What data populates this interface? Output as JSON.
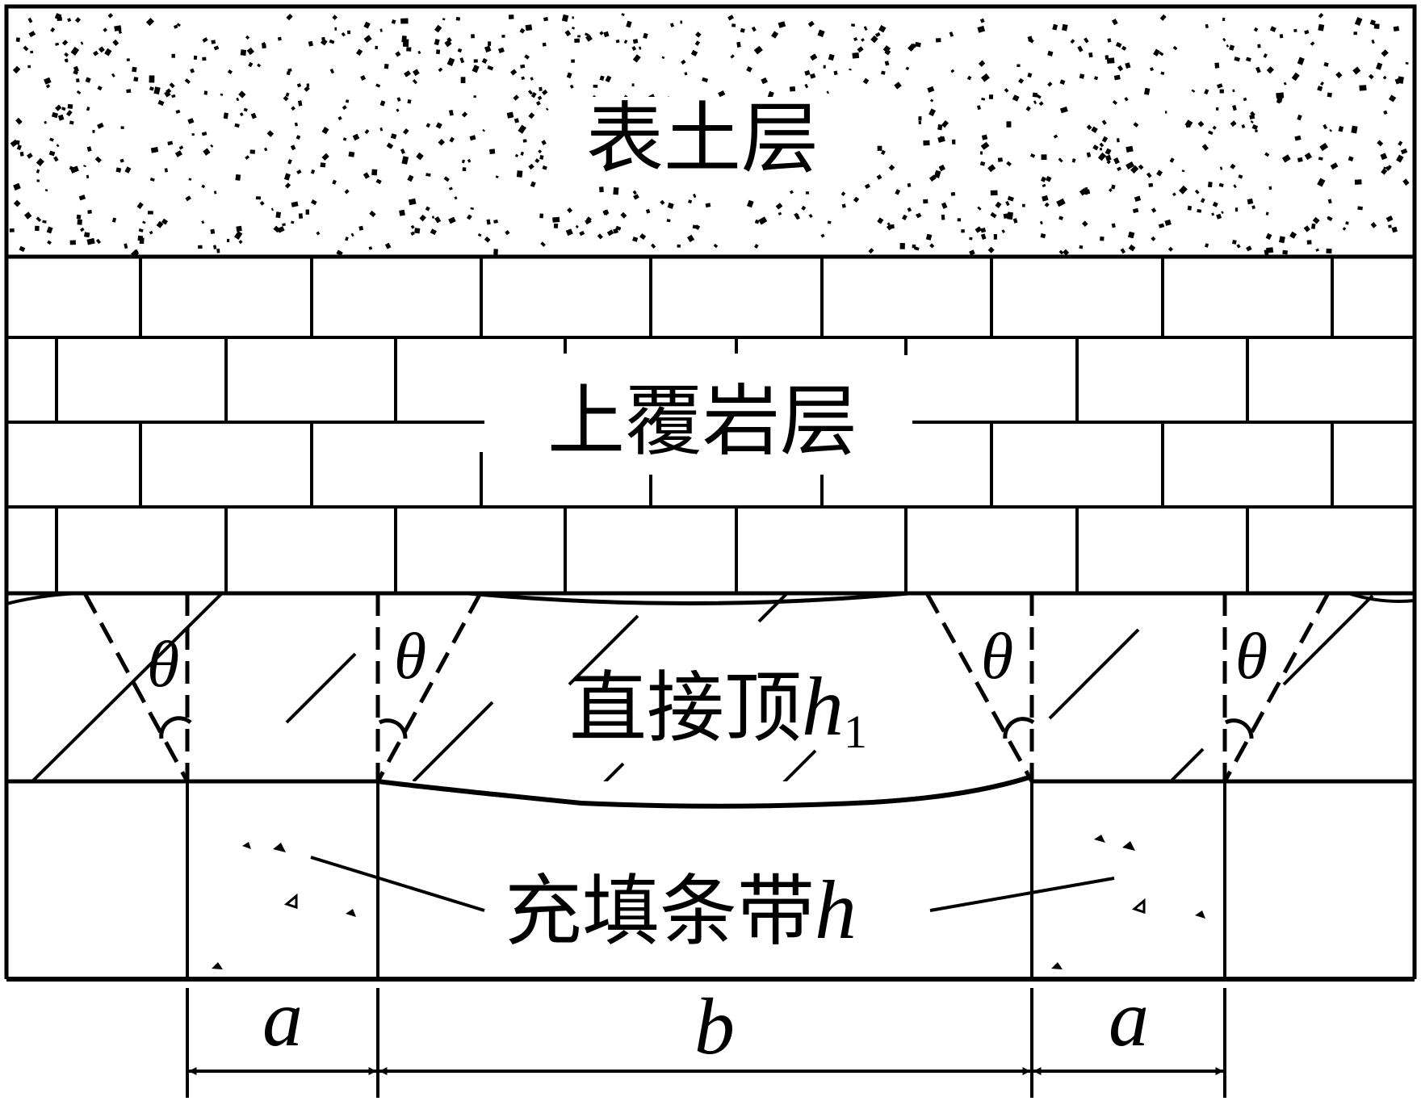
{
  "layers": {
    "topsoil": "表土层",
    "overburden": "上覆岩层",
    "roof_text": "直接顶",
    "roof_var": "h",
    "roof_sub": "1",
    "fill_text": "充填条带",
    "fill_var": "h"
  },
  "angle_symbol": "θ",
  "dimensions": {
    "a_left": "a",
    "b": "b",
    "a_right": "a"
  },
  "colors": {
    "ink": "#000000",
    "background": "#ffffff"
  }
}
